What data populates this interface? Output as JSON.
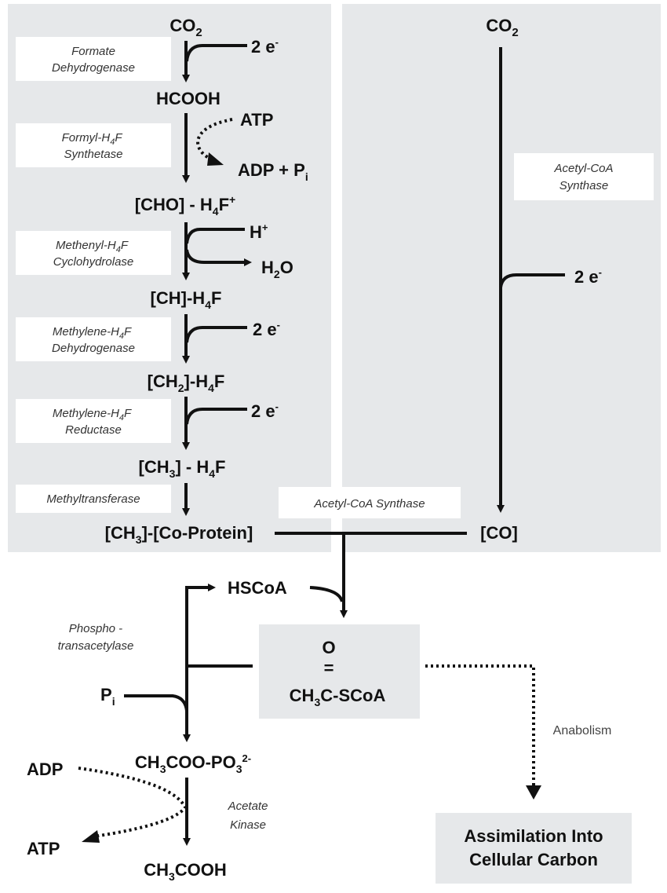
{
  "left_panel": {
    "species": [
      {
        "main": "CO",
        "sub": "2"
      },
      {
        "main": "HCOOH"
      },
      {
        "main": "[CHO] - H",
        "sub": "4",
        "tail": "F",
        "sup": "+"
      },
      {
        "main": "[CH]-H",
        "sub": "4",
        "tail": "F"
      },
      {
        "pre": "[CH",
        "presub": "2",
        "main": "]-H",
        "sub": "4",
        "tail": "F"
      },
      {
        "pre": "[CH",
        "presub": "3",
        "main": "] - H",
        "sub": "4",
        "tail": "F"
      },
      {
        "pre": "[CH",
        "presub": "3",
        "main": "]-[Co-Protein]"
      }
    ],
    "enzymes": [
      {
        "line1": "Formate",
        "line2": "Dehydrogenase"
      },
      {
        "line1": "Formyl-H",
        "line1_sub": "4",
        "line1_tail": "F",
        "line2": "Synthetase"
      },
      {
        "line1": "Methenyl-H",
        "line1_sub": "4",
        "line1_tail": "F",
        "line2": "Cyclohydrolase"
      },
      {
        "line1": "Methylene-H",
        "line1_sub": "4",
        "line1_tail": "F",
        "line2": "Dehydrogenase"
      },
      {
        "line1": "Methylene-H",
        "line1_sub": "4",
        "line1_tail": "F",
        "line2": "Reductase"
      },
      {
        "line1": "Methyltransferase"
      }
    ],
    "cofactors": {
      "e1": "2 e",
      "e1_sup": "-",
      "atp": "ATP",
      "adp_pi": "ADP + P",
      "adp_pi_sub": "i",
      "h_plus": "H",
      "h_plus_sup": "+",
      "h2o": "H",
      "h2o_sub": "2",
      "h2o_tail": "O",
      "e2": "2 e",
      "e2_sup": "-",
      "e3": "2 e",
      "e3_sup": "-"
    }
  },
  "right_panel": {
    "top": {
      "main": "CO",
      "sub": "2"
    },
    "enzyme": {
      "line1": "Acetyl-CoA",
      "line2": "Synthase"
    },
    "electrons": "2 e",
    "electrons_sup": "-",
    "bottom": "[CO]"
  },
  "junction_enzyme": "Acetyl-CoA Synthase",
  "lower": {
    "hscoa": "HSCoA",
    "enzyme_pta": {
      "line1": "Phospho -",
      "line2": "transacetylase"
    },
    "acetyl_coa": {
      "o": "O",
      "eq": "=",
      "pre": "CH",
      "presub": "3",
      "main": "C-SCoA"
    },
    "pi": "P",
    "pi_sub": "i",
    "acetyl_phosphate": {
      "pre": "CH",
      "presub": "3",
      "main": "COO-PO",
      "sub": "3",
      "sup": "2-"
    },
    "adp": "ADP",
    "atp": "ATP",
    "enzyme_ack": {
      "line1": "Acetate",
      "line2": "Kinase"
    },
    "acetate": {
      "pre": "CH",
      "presub": "3",
      "main": "COOH"
    },
    "anabolism": "Anabolism",
    "assimilation": {
      "line1": "Assimilation Into",
      "line2": "Cellular Carbon"
    }
  },
  "colors": {
    "panel": "#e6e8ea",
    "ink": "#111111",
    "enzyme_text": "#333333"
  }
}
